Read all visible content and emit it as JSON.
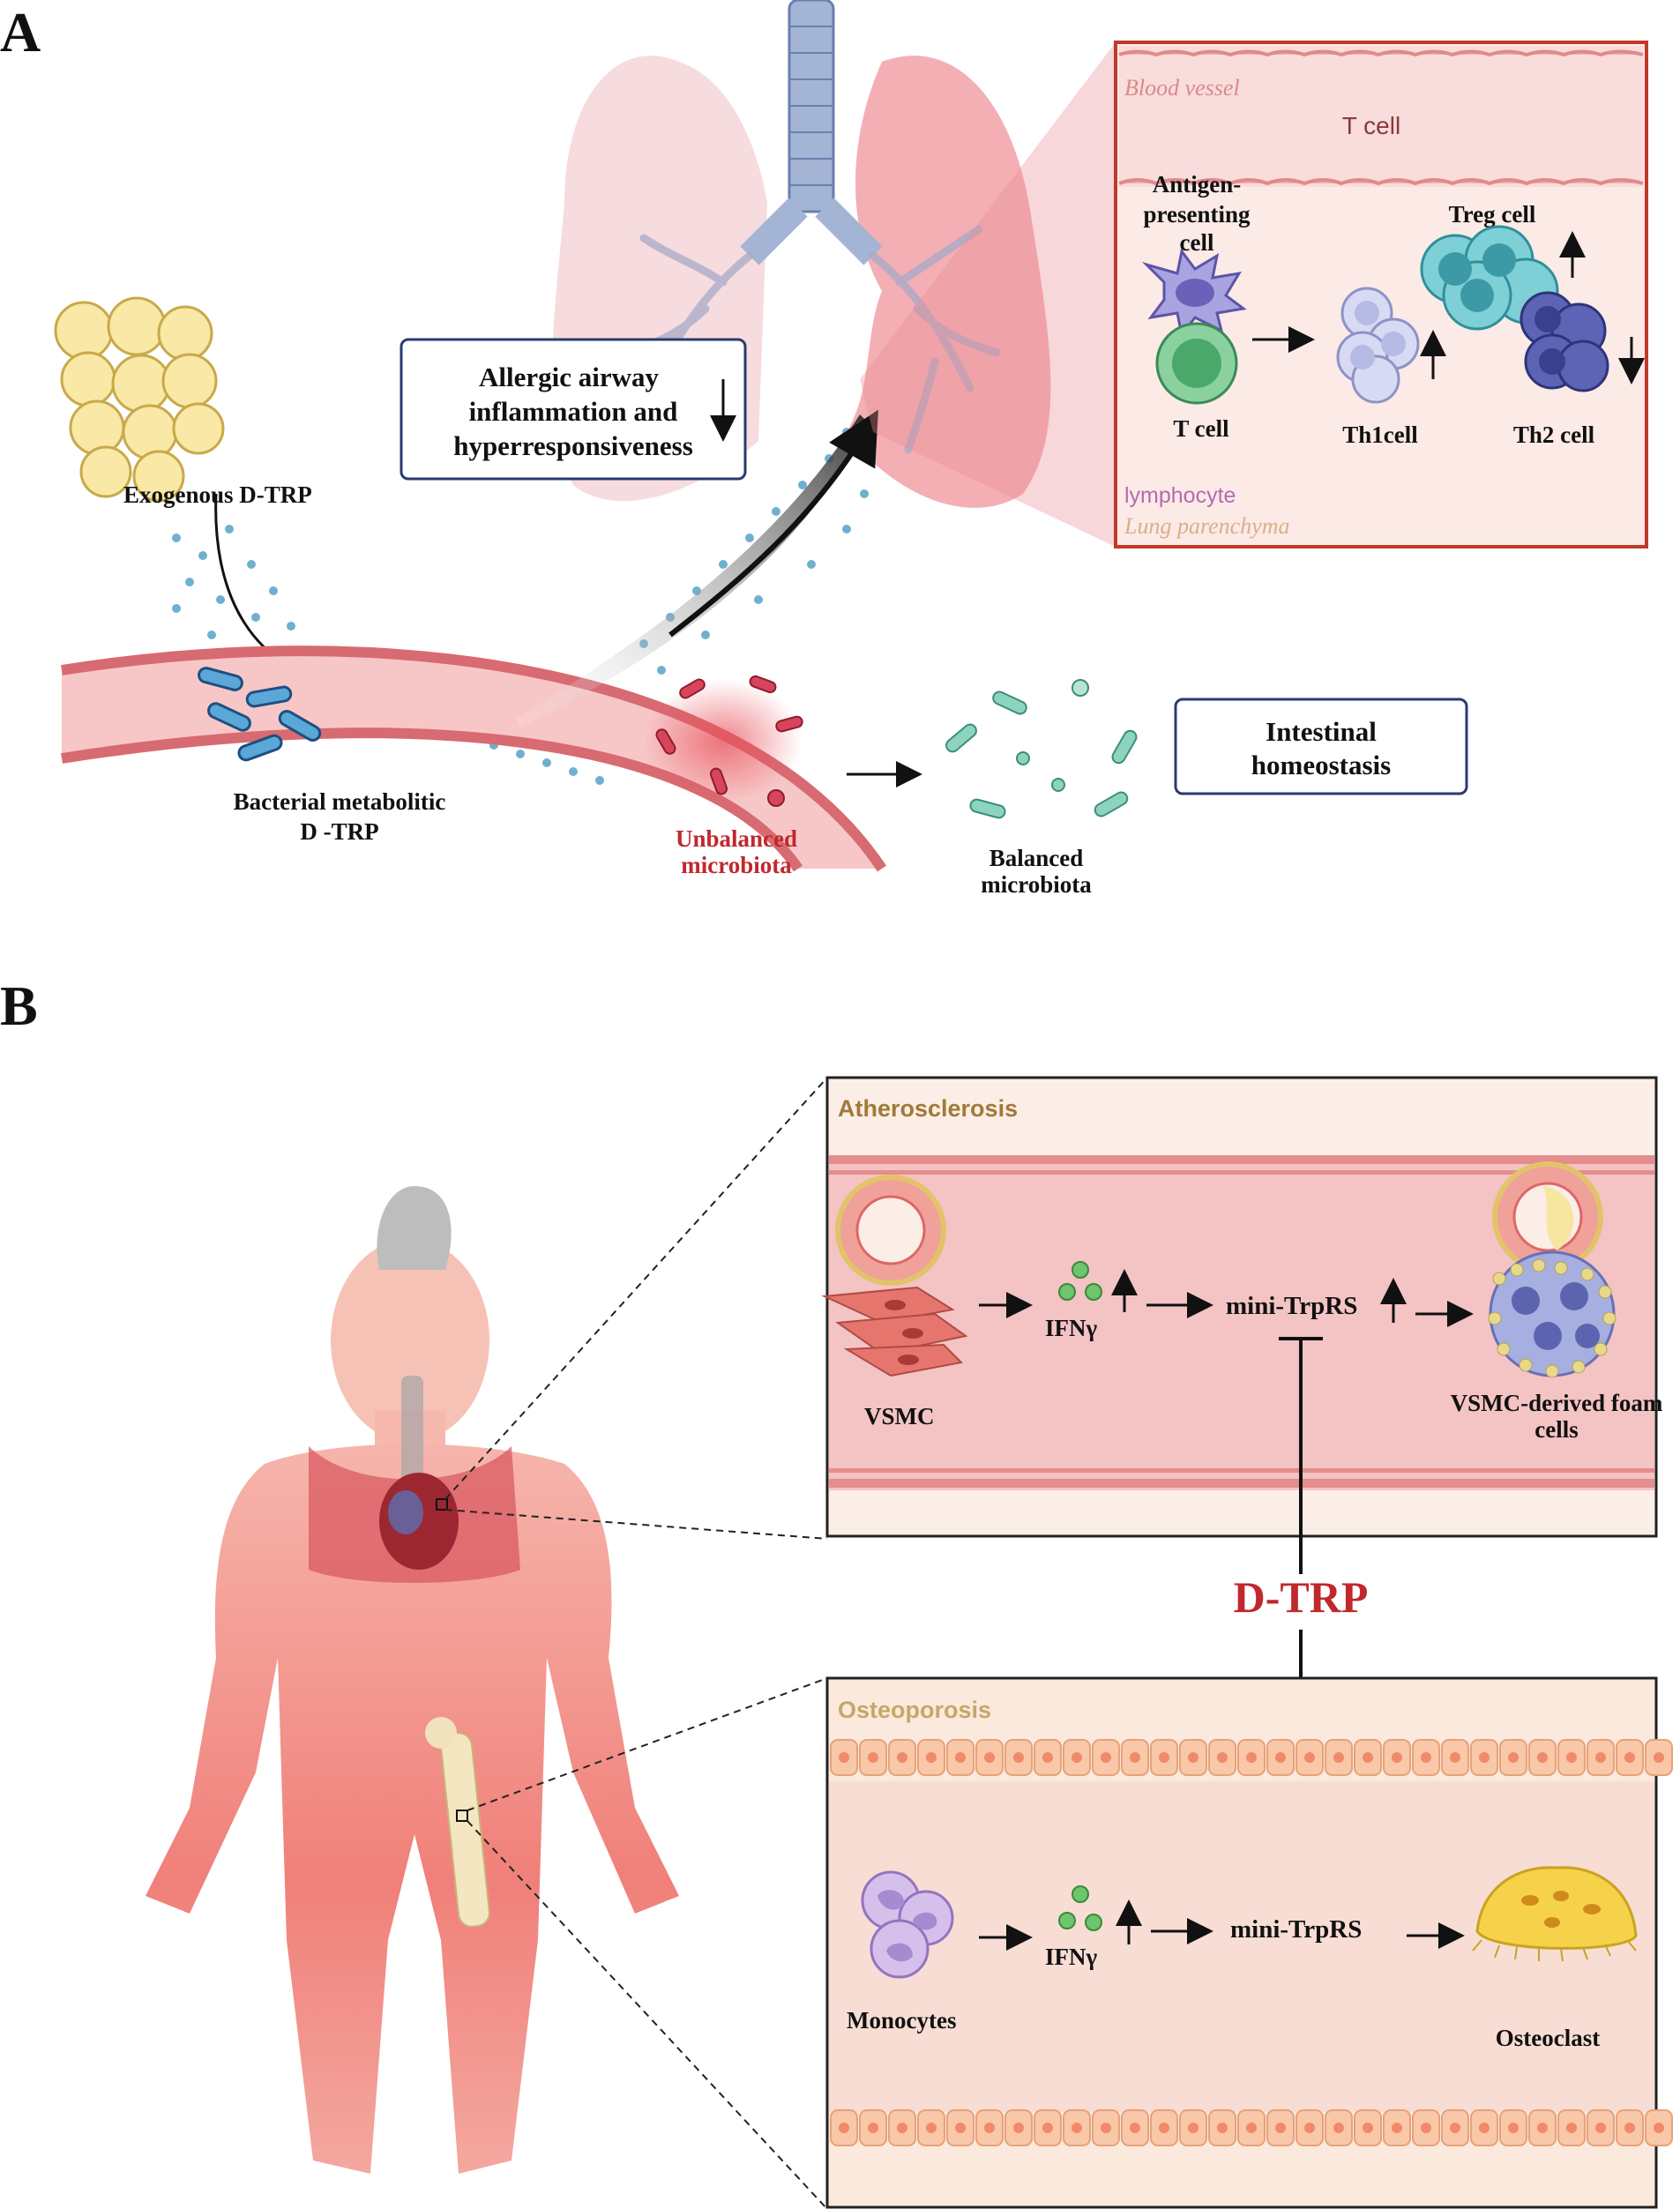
{
  "panel_a": {
    "label": "A",
    "exogenous": "Exogenous D-TRP",
    "bacterial_line1": "Bacterial metabolitic",
    "bacterial_line2": "D -TRP",
    "unbalanced_line1": "Unbalanced",
    "unbalanced_line2": "microbiota",
    "balanced_line1": "Balanced",
    "balanced_line2": "microbiota",
    "intestinal_line1": "Intestinal",
    "intestinal_line2": "homeostasis",
    "allergic_line1": "Allergic airway",
    "allergic_line2": "inflammation and",
    "allergic_line3": "hyperresponsiveness",
    "inset": {
      "blood_vessel": "Blood vessel",
      "t_cell_top": "T cell",
      "apc_line1": "Antigen-",
      "apc_line2": "presenting",
      "apc_line3": "cell",
      "t_cell": "T cell",
      "th1": "Th1cell",
      "treg": "Treg cell",
      "th2": "Th2 cell",
      "lymphocyte": "lymphocyte",
      "lung_parenchyma": "Lung parenchyma"
    }
  },
  "panel_b": {
    "label": "B",
    "dtrp": "D-TRP",
    "athero": {
      "title": "Atherosclerosis",
      "vsmc": "VSMC",
      "ifn": "IFNγ",
      "mini": "mini-TrpRS",
      "foam_line1": "VSMC-derived foam",
      "foam_line2": "cells"
    },
    "osteo": {
      "title": "Osteoporosis",
      "monocytes": "Monocytes",
      "ifn": "IFNγ",
      "mini": "mini-TrpRS",
      "osteoclast": "Osteoclast"
    }
  },
  "colors": {
    "vessel_pink": "#f2b5b5",
    "inset_border": "#c0392b",
    "dtrp_red": "#c0282d",
    "atherosclerosis_title": "#a07a3a",
    "osteoporosis_title": "#c4a86a"
  }
}
